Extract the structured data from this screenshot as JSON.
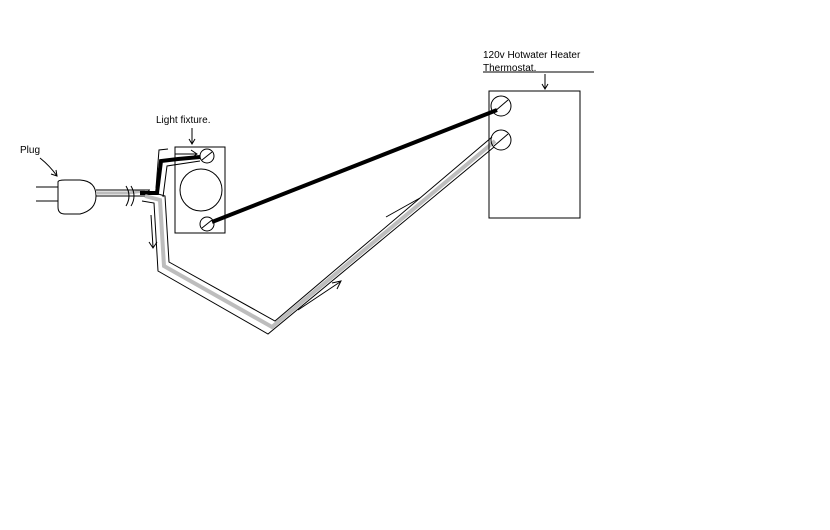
{
  "labels": {
    "plug": "Plug",
    "light_fixture": "Light fixture.",
    "thermostat_line1": "120v Hotwater Heater",
    "thermostat_line2": "Thermostat."
  },
  "colors": {
    "background": "#ffffff",
    "ink": "#000000",
    "hot_wire": "#000000",
    "neutral_wire": "#bdbdbd"
  }
}
